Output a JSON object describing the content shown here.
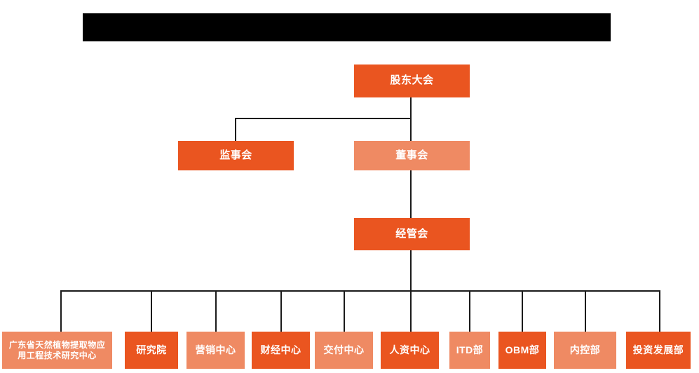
{
  "banner": {
    "name": "redacted-title-bar",
    "text": "",
    "color": "#000000"
  },
  "theme": {
    "dark_orange": "#EA5520",
    "light_orange": "#EF8A63",
    "connector": "#1a1a1a",
    "background": "#FFFFFF",
    "text": "#FFFFFF"
  },
  "chart_data": {
    "type": "diagram",
    "title": "",
    "subtype": "organization-chart",
    "levels": [
      {
        "level": 1,
        "nodes": [
          {
            "id": "shareholders-meeting",
            "label": "股东大会",
            "tone": "dark"
          }
        ]
      },
      {
        "level": 2,
        "nodes": [
          {
            "id": "board-of-supervisors",
            "label": "监事会",
            "tone": "dark"
          },
          {
            "id": "board-of-directors",
            "label": "董事会",
            "tone": "light"
          }
        ]
      },
      {
        "level": 3,
        "nodes": [
          {
            "id": "management-committee",
            "label": "经管会",
            "tone": "dark"
          }
        ]
      },
      {
        "level": 4,
        "nodes": [
          {
            "id": "gd-engineering-center",
            "label": "广东省天然植物提取物应\n用工程技术研究中心",
            "tone": "light"
          },
          {
            "id": "research-institute",
            "label": "研究院",
            "tone": "dark"
          },
          {
            "id": "marketing-center",
            "label": "营销中心",
            "tone": "light"
          },
          {
            "id": "finance-center",
            "label": "财经中心",
            "tone": "dark"
          },
          {
            "id": "delivery-center",
            "label": "交付中心",
            "tone": "light"
          },
          {
            "id": "hr-center",
            "label": "人资中心",
            "tone": "dark"
          },
          {
            "id": "itd-department",
            "label": "ITD部",
            "tone": "light"
          },
          {
            "id": "obm-department",
            "label": "OBM部",
            "tone": "dark"
          },
          {
            "id": "internal-control-department",
            "label": "内控部",
            "tone": "light"
          },
          {
            "id": "investment-development-department",
            "label": "投资发展部",
            "tone": "dark"
          }
        ]
      }
    ],
    "edges": [
      {
        "from": "shareholders-meeting",
        "to": "board-of-supervisors"
      },
      {
        "from": "shareholders-meeting",
        "to": "board-of-directors"
      },
      {
        "from": "board-of-directors",
        "to": "management-committee"
      },
      {
        "from": "management-committee",
        "to": "gd-engineering-center"
      },
      {
        "from": "management-committee",
        "to": "research-institute"
      },
      {
        "from": "management-committee",
        "to": "marketing-center"
      },
      {
        "from": "management-committee",
        "to": "finance-center"
      },
      {
        "from": "management-committee",
        "to": "delivery-center"
      },
      {
        "from": "management-committee",
        "to": "hr-center"
      },
      {
        "from": "management-committee",
        "to": "itd-department"
      },
      {
        "from": "management-committee",
        "to": "obm-department"
      },
      {
        "from": "management-committee",
        "to": "internal-control-department"
      },
      {
        "from": "management-committee",
        "to": "investment-development-department"
      }
    ]
  }
}
